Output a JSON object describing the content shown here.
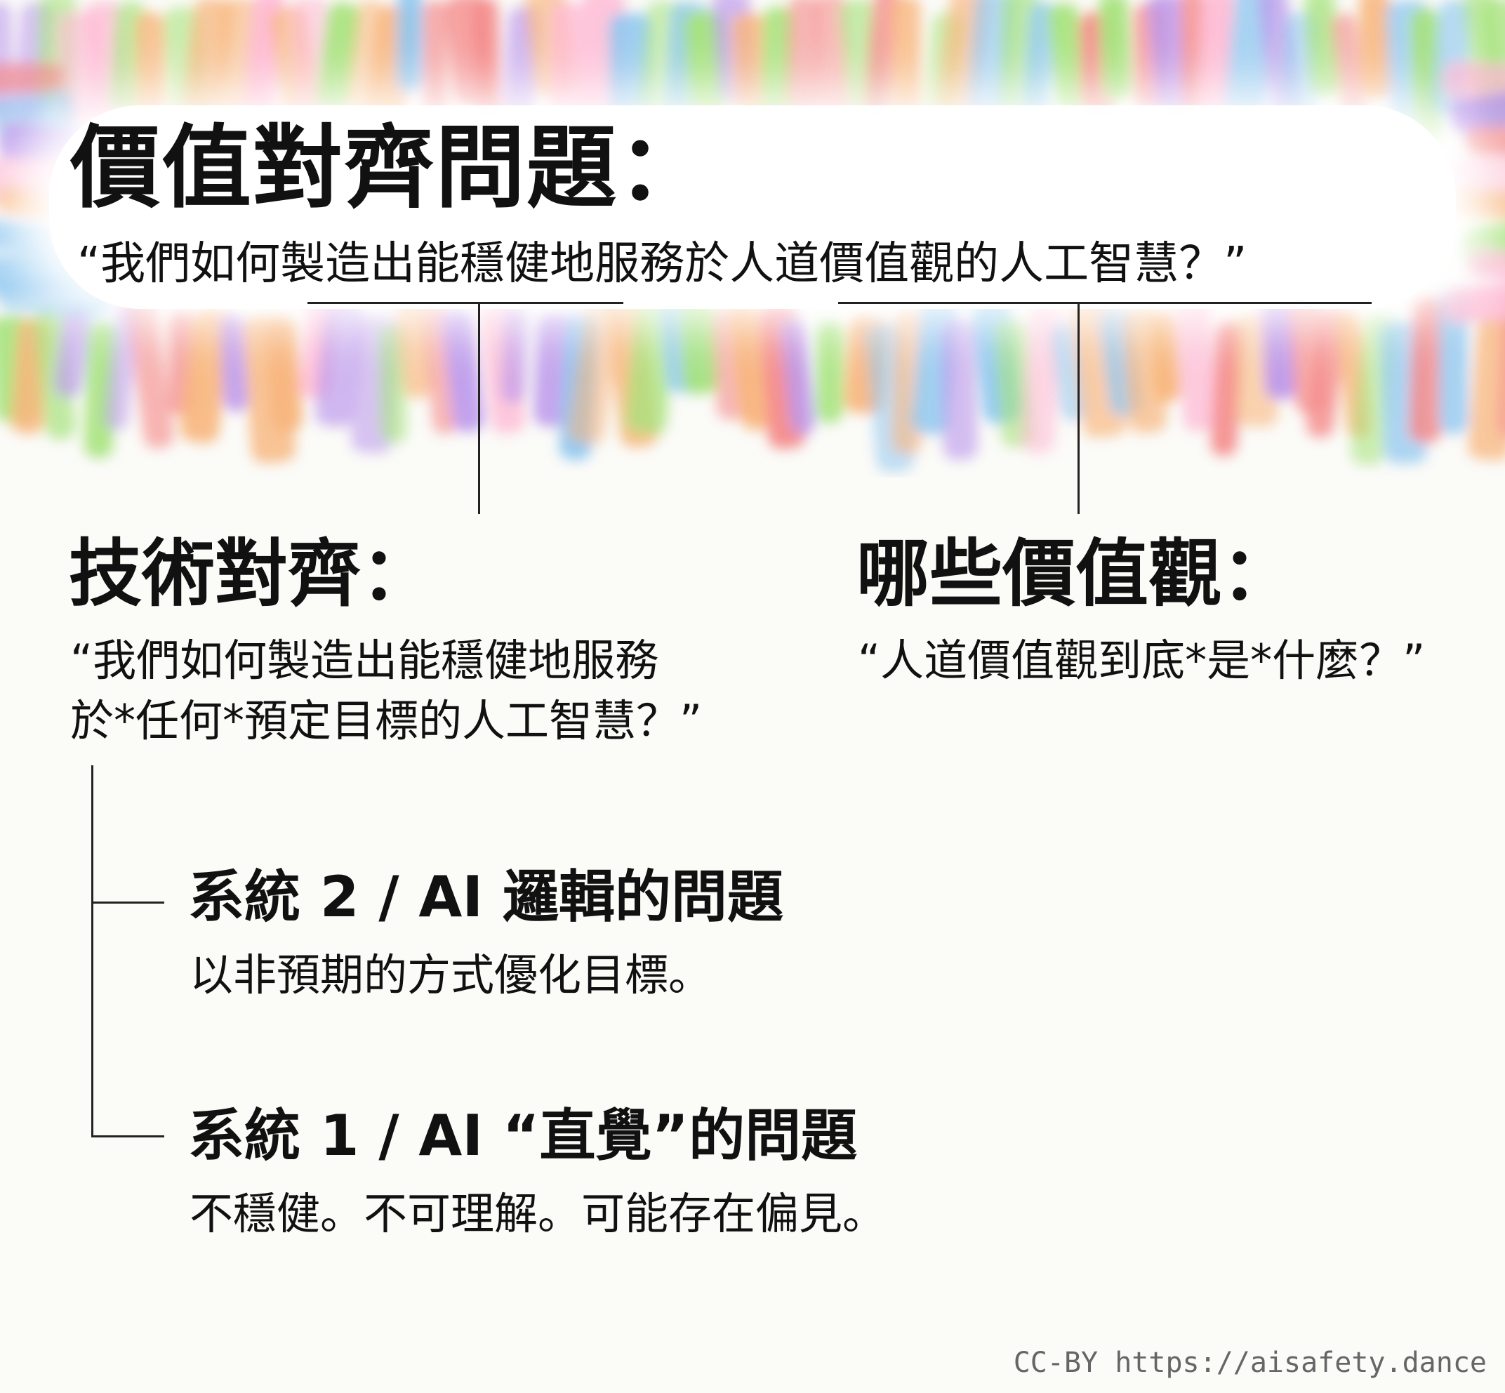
{
  "title": "價值對齊問題：",
  "main_question": "“我們如何製造出能穩健地服務於人道價值觀的人工智慧？”",
  "technical_alignment": {
    "title": "技術對齊：",
    "question_line1": "“我們如何製造出能穩健地服務",
    "question_line2": "於*任何*預定目標的人工智慧？”",
    "system2": {
      "title": "系統 2 / AI 邏輯的問題",
      "description": "以非預期的方式優化目標。"
    },
    "system1": {
      "title": "系統 1 / AI “直覺”的問題",
      "description": "不穩健。不可理解。可能存在偏見。"
    }
  },
  "which_values": {
    "title": "哪些價值觀：",
    "question": "“人道價值觀到底*是*什麼？”"
  },
  "credit": "CC-BY https://aisafety.dance",
  "colors": {
    "text": "#111111",
    "lines": "#222222",
    "background": "#fbfbf8",
    "banner_palette": [
      "#f26b6b",
      "#f7a25a",
      "#8fdc5a",
      "#a97ae8",
      "#6fb8ee",
      "#ffa6c9"
    ]
  }
}
